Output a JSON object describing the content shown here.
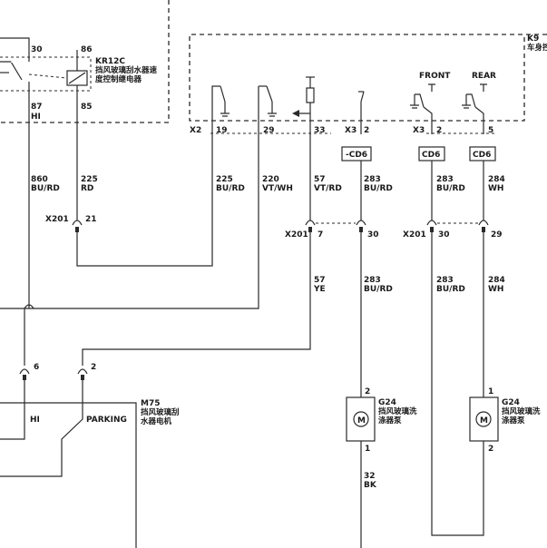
{
  "relay": {
    "id": "KR12C",
    "name_line1": "挡风玻璃刮水器速",
    "name_line2": "度控制继电器",
    "pin_30": "30",
    "pin_86": "86",
    "pin_87": "87",
    "pin_87_label": "HI",
    "pin_85": "85"
  },
  "module_k9": {
    "id": "K9",
    "name": "车身控"
  },
  "connectors": {
    "x2": "X2",
    "x3a": "X3",
    "x3b": "X3",
    "x201": "X201"
  },
  "k9_pins": {
    "p19": "19",
    "p29": "29",
    "p33": "33",
    "p2a": "2",
    "p2b": "2",
    "p5": "5"
  },
  "switch_labels": {
    "front": "FRONT",
    "rear": "REAR"
  },
  "cd6": {
    "a": "-CD6",
    "b": "CD6",
    "c": "CD6"
  },
  "wires": {
    "w860_num": "860",
    "w860_col": "BU/RD",
    "w225a_num": "225",
    "w225a_col": "RD",
    "w225b_num": "225",
    "w225b_col": "BU/RD",
    "w220_num": "220",
    "w220_col": "VT/WH",
    "w57a_num": "57",
    "w57a_col": "VT/RD",
    "w283a_num": "283",
    "w283a_col": "BU/RD",
    "w283b_num": "283",
    "w283b_col": "BU/RD",
    "w284a_num": "284",
    "w284a_col": "WH",
    "w57b_num": "57",
    "w57b_col": "YE",
    "w283c_num": "283",
    "w283c_col": "BU/RD",
    "w283d_num": "283",
    "w283d_col": "BU/RD",
    "w284b_num": "284",
    "w284b_col": "WH",
    "w32_num": "32",
    "w32_col": "BK"
  },
  "x201_pins": {
    "p21": "21",
    "p7": "7",
    "p30a": "30",
    "p30b": "30",
    "p29": "29"
  },
  "motor_m75": {
    "id": "M75",
    "name_line1": "挡风玻璃刮",
    "name_line2": "水器电机",
    "pin_6": "6",
    "pin_2": "2",
    "hi_label": "HI",
    "parking_label": "PARKING"
  },
  "pump_left": {
    "id": "G24",
    "name_line1": "挡风玻璃洗",
    "name_line2": "涤器泵",
    "pin_top": "2",
    "pin_bottom": "1",
    "symbol": "M"
  },
  "pump_right": {
    "id": "G24",
    "name_line1": "挡风玻璃洗",
    "name_line2": "涤器泵",
    "pin_top": "1",
    "pin_bottom": "2",
    "symbol": "M"
  }
}
